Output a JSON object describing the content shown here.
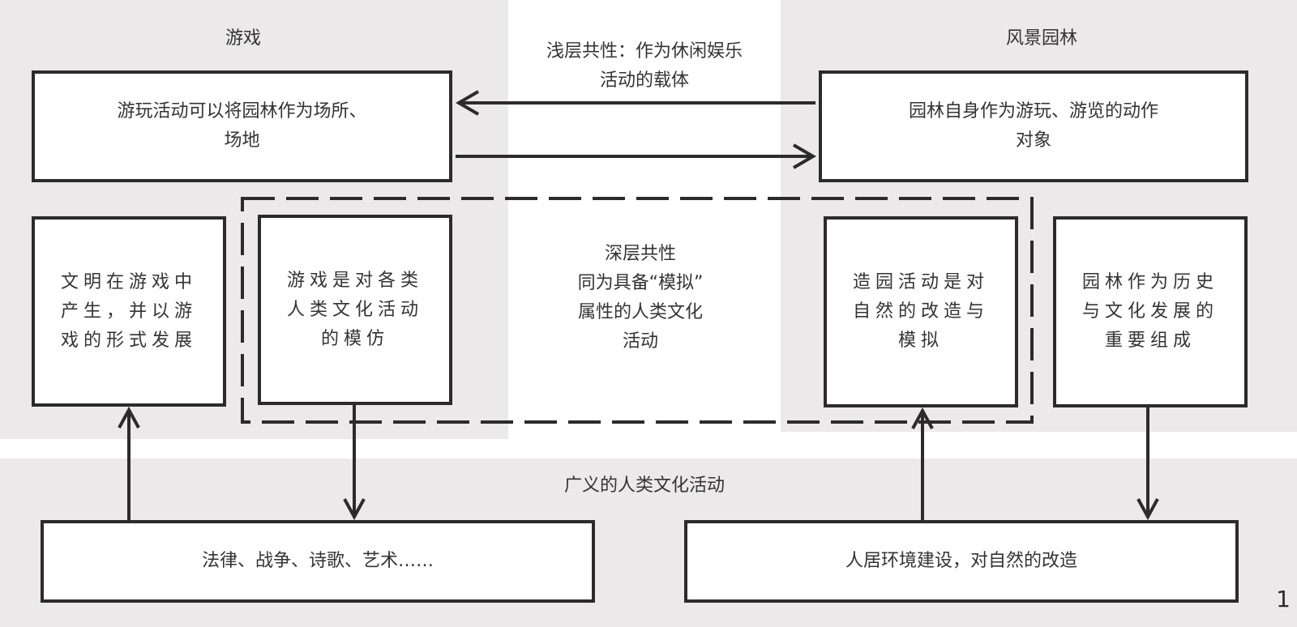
{
  "regions": {
    "game": {
      "title": "游戏"
    },
    "garden": {
      "title": "风景园林"
    },
    "broad": {
      "title": "广义的人类文化活动"
    }
  },
  "shallow_commonality": {
    "text": "浅层共性：作为休闲娱乐\n活动的载体"
  },
  "deep_commonality": {
    "text": "深层共性\n同为具备“模拟”\n属性的人类文化\n活动"
  },
  "boxes": {
    "game_venue": "游玩活动可以将园林作为场所、\n场地",
    "garden_object": "园林自身作为游玩、游览的动作\n对象",
    "civilization_in_game": "文明在游戏中\n产生，并以游\n戏的形式发展",
    "game_imitation": "游戏是对各类\n人类文化活动\n的模仿",
    "garden_making": "造园活动是对\n自然的改造与\n模拟",
    "garden_history": "园林作为历史\n与文化发展的\n重要组成",
    "culture_examples": "法律、战争、诗歌、艺术……",
    "habitat_building": "人居环境建设，对自然的改造"
  },
  "page_number": "1",
  "colors": {
    "line": "#2b2b2b",
    "panel": "#ebe9ea",
    "box": "#ffffff"
  }
}
